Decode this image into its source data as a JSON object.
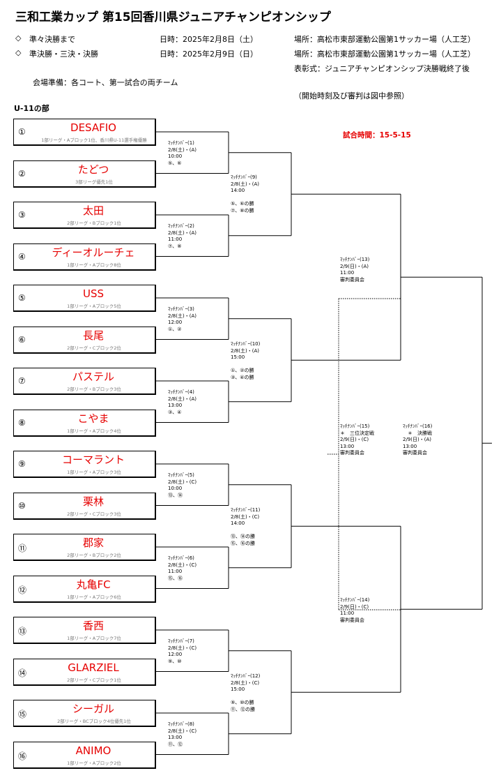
{
  "title": "三和工業カップ 第15回香川県ジュニアチャンピオンシップ",
  "schedule": [
    {
      "marker": "◇",
      "label": "準々決勝まで",
      "date": "日時：2025年2月8日（土）",
      "venue": "場所：高松市東部運動公園第1サッカー場（人工芝）"
    },
    {
      "marker": "◇",
      "label": "準決勝・三決・決勝",
      "date": "日時：2025年2月9日（日）",
      "venue": "場所：高松市東部運動公園第1サッカー場（人工芝）"
    }
  ],
  "ceremony": "表彰式：ジュニアチャンピオンシップ決勝戦終了後",
  "venue_prep": "会場準備：各コート、第一試合の両チーム",
  "note": "（開始時刻及び審判は図中参照）",
  "division": "U-11の部",
  "match_time": "試合時間：15-5-15",
  "teams": [
    {
      "num": "①",
      "name": "DESAFIO",
      "info": "1部リーグ・Aブロック1位、香川県U-11選手権優勝"
    },
    {
      "num": "②",
      "name": "たどつ",
      "info": "3部リーグ優先1位"
    },
    {
      "num": "③",
      "name": "太田",
      "info": "2部リーグ・Bブロック1位"
    },
    {
      "num": "④",
      "name": "ディーオルーチェ",
      "info": "1部リーグ・Aブロック8位"
    },
    {
      "num": "⑤",
      "name": "USS",
      "info": "1部リーグ・Aブロック5位"
    },
    {
      "num": "⑥",
      "name": "長尾",
      "info": "2部リーグ・Cブロック2位"
    },
    {
      "num": "⑦",
      "name": "パステル",
      "info": "2部リーグ・Bブロック3位"
    },
    {
      "num": "⑧",
      "name": "こやま",
      "info": "1部リーグ・Aブロック4位"
    },
    {
      "num": "⑨",
      "name": "コーマラント",
      "info": "1部リーグ・Aブロック3位"
    },
    {
      "num": "⑩",
      "name": "栗林",
      "info": "2部リーグ・Cブロック3位"
    },
    {
      "num": "⑪",
      "name": "郡家",
      "info": "2部リーグ・Bブロック2位"
    },
    {
      "num": "⑫",
      "name": "丸亀FC",
      "info": "1部リーグ・Aブロック6位"
    },
    {
      "num": "⑬",
      "name": "香西",
      "info": "1部リーグ・Aブロック7位"
    },
    {
      "num": "⑭",
      "name": "GLARZIEL",
      "info": "2部リーグ・Cブロック1位"
    },
    {
      "num": "⑮",
      "name": "シーガル",
      "info": "2部リーグ・BCブロック4位優先1位"
    },
    {
      "num": "⑯",
      "name": "ANIMO",
      "info": "1部リーグ・Aブロック2位"
    }
  ],
  "matches": [
    {
      "id": "m1",
      "lines": [
        "ﾏｯﾁﾅﾝﾊﾞｰ(1)",
        "2/8(土)・(A)",
        "10:00",
        "⑤、⑥"
      ]
    },
    {
      "id": "m2",
      "lines": [
        "ﾏｯﾁﾅﾝﾊﾞｰ(2)",
        "2/8(土)・(A)",
        "11:00",
        "⑦、⑧"
      ]
    },
    {
      "id": "m3",
      "lines": [
        "ﾏｯﾁﾅﾝﾊﾞｰ(3)",
        "2/8(土)・(A)",
        "12:00",
        "①、②"
      ]
    },
    {
      "id": "m4",
      "lines": [
        "ﾏｯﾁﾅﾝﾊﾞｰ(4)",
        "2/8(土)・(A)",
        "13:00",
        "③、④"
      ]
    },
    {
      "id": "m5",
      "lines": [
        "ﾏｯﾁﾅﾝﾊﾞｰ(5)",
        "2/8(土)・(C)",
        "10:00",
        "⑬、⑭"
      ]
    },
    {
      "id": "m6",
      "lines": [
        "ﾏｯﾁﾅﾝﾊﾞｰ(6)",
        "2/8(土)・(C)",
        "11:00",
        "⑮、⑯"
      ]
    },
    {
      "id": "m7",
      "lines": [
        "ﾏｯﾁﾅﾝﾊﾞｰ(7)",
        "2/8(土)・(C)",
        "12:00",
        "⑨、⑩"
      ]
    },
    {
      "id": "m8",
      "lines": [
        "ﾏｯﾁﾅﾝﾊﾞｰ(8)",
        "2/8(土)・(C)",
        "13:00",
        "⑪、⑫"
      ]
    },
    {
      "id": "m9",
      "lines": [
        "ﾏｯﾁﾅﾝﾊﾞｰ(9)",
        "2/8(土)・(A)",
        "14:00",
        "",
        "⑤、⑥の勝",
        "⑦、⑧の勝"
      ]
    },
    {
      "id": "m10",
      "lines": [
        "ﾏｯﾁﾅﾝﾊﾞｰ(10)",
        "2/8(土)・(A)",
        "15:00",
        "",
        "①、②の勝",
        "③、④の勝"
      ]
    },
    {
      "id": "m11",
      "lines": [
        "ﾏｯﾁﾅﾝﾊﾞｰ(11)",
        "2/8(土)・(C)",
        "14:00",
        "",
        "⑬、⑭の勝",
        "⑮、⑯の勝"
      ]
    },
    {
      "id": "m12",
      "lines": [
        "ﾏｯﾁﾅﾝﾊﾞｰ(12)",
        "2/8(土)・(C)",
        "15:00",
        "",
        "⑨、⑩の勝",
        "⑪、⑫の勝"
      ]
    },
    {
      "id": "m13",
      "lines": [
        "ﾏｯﾁﾅﾝﾊﾞｰ(13)",
        "2/9(日)・(A)",
        "11:00",
        "審判委員会"
      ]
    },
    {
      "id": "m14",
      "lines": [
        "ﾏｯﾁﾅﾝﾊﾞｰ(14)",
        "2/9(日)・(C)",
        "11:00",
        "審判委員会"
      ]
    },
    {
      "id": "m15",
      "lines": [
        "ﾏｯﾁﾅﾝﾊﾞｰ(15)",
        "＊　三位決定戦",
        "2/9(日)・(C)",
        "13:00",
        "審判委員会"
      ]
    },
    {
      "id": "m16",
      "lines": [
        "ﾏｯﾁﾅﾝﾊﾞｰ(16)",
        "　＊　決勝戦",
        "2/9(日)・(A)",
        "13:00",
        "審判委員会"
      ]
    }
  ]
}
